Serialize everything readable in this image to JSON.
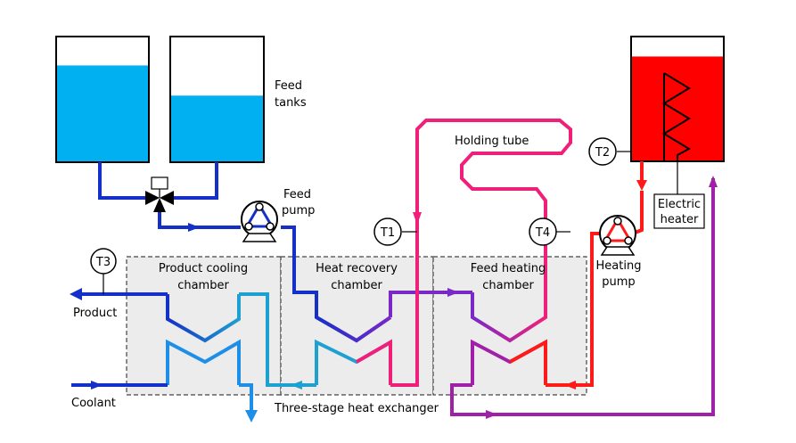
{
  "labels": {
    "feed_tanks_line1": "Feed",
    "feed_tanks_line2": "tanks",
    "holding_tube": "Holding tube",
    "feed_pump_line1": "Feed",
    "feed_pump_line2": "pump",
    "product_cooling_line1": "Product cooling",
    "product_cooling_line2": "chamber",
    "heat_recovery_line1": "Heat recovery",
    "heat_recovery_line2": "chamber",
    "feed_heating_line1": "Feed heating",
    "feed_heating_line2": "chamber",
    "heating_pump_line1": "Heating",
    "heating_pump_line2": "pump",
    "electric_heater_line1": "Electric",
    "electric_heater_line2": "heater",
    "product": "Product",
    "coolant": "Coolant",
    "heat_exchanger": "Three-stage heat exchanger"
  },
  "sensors": {
    "t1": "T1",
    "t2": "T2",
    "t3": "T3",
    "t4": "T4"
  },
  "tank_levels": {
    "feed_tank_left": 0.77,
    "feed_tank_right": 0.53,
    "heater_tank": 0.84
  },
  "colors": {
    "product_dark_blue": "#1530c8",
    "coolant_light_blue": "#1e8fe8",
    "cooled_cyan": "#1ea0d0",
    "product_purple": "#7a28c8",
    "hot_pink": "#f0207a",
    "heating_red": "#ff1a1a",
    "return_purple": "#a020a8",
    "tank_water": "#00b0f0",
    "heater_water": "#ff0000",
    "chamber_fill": "#ececec"
  }
}
